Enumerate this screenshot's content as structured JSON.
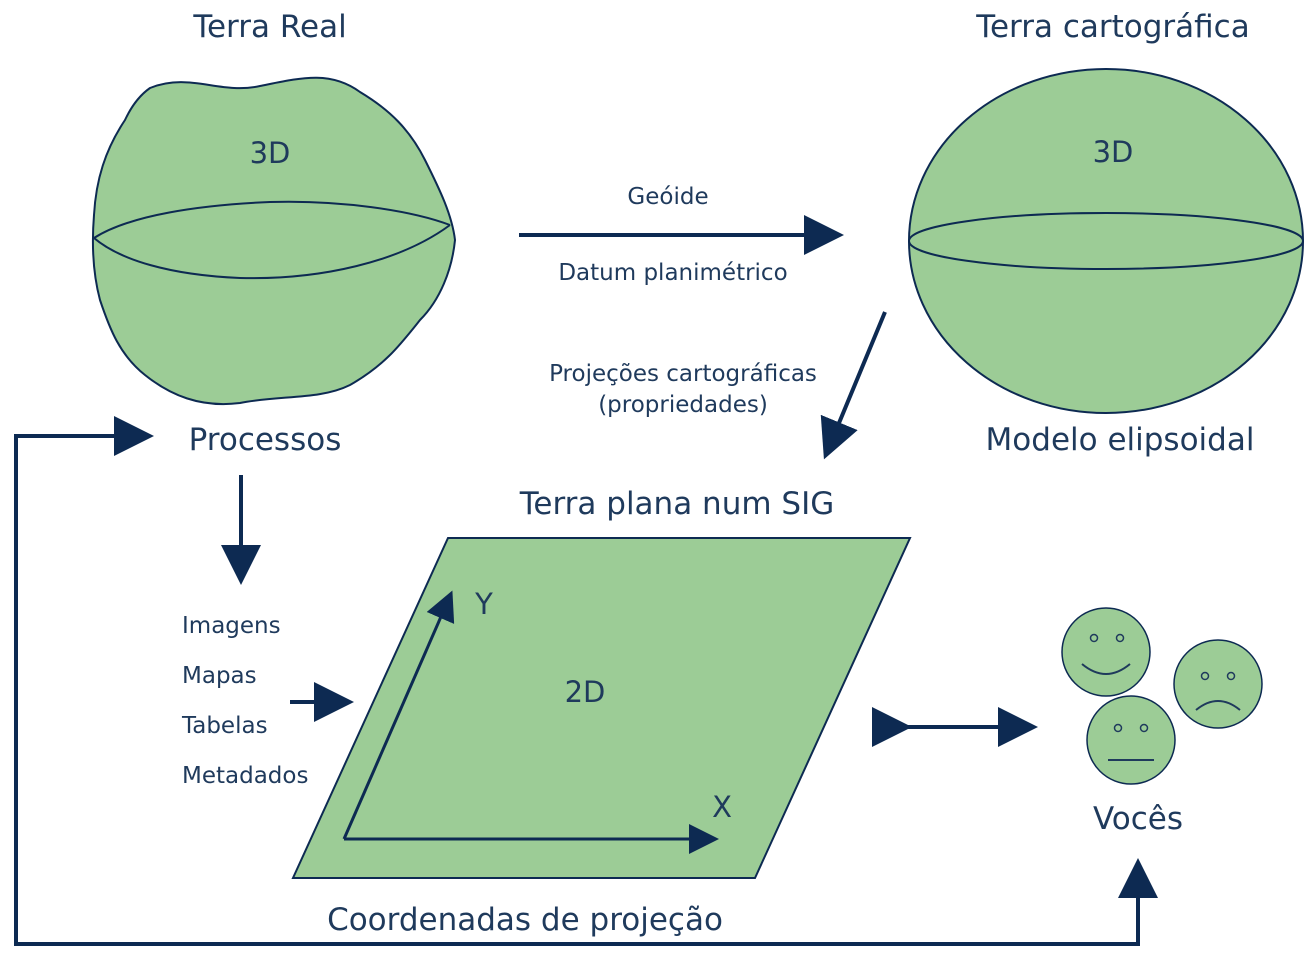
{
  "colors": {
    "fill": "#9ccc96",
    "stroke": "#0d2a52",
    "arrow": "#0d2a52",
    "text": "#1f3a5c",
    "background": "#ffffff"
  },
  "real_earth": {
    "title": "Terra Real",
    "dimension": "3D",
    "caption": "Processos"
  },
  "cartographic_earth": {
    "title": "Terra cartográfica",
    "dimension": "3D",
    "caption": "Modelo elipsoidal"
  },
  "top_arrow": {
    "label_above": "Geóide",
    "label_below": "Datum planimétrico"
  },
  "projection_arrow": {
    "line1": "Projeções cartográficas",
    "line2": "(propriedades)"
  },
  "flat_earth": {
    "title": "Terra plana num SIG",
    "dimension": "2D",
    "axis_x": "X",
    "axis_y": "Y",
    "caption": "Coordenadas de projeção"
  },
  "inputs": [
    "Imagens",
    "Mapas",
    "Tabelas",
    "Metadados"
  ],
  "users": {
    "label": "Vocês",
    "faces": [
      "smiley-happy-icon",
      "smiley-sad-icon",
      "smiley-neutral-icon"
    ]
  }
}
